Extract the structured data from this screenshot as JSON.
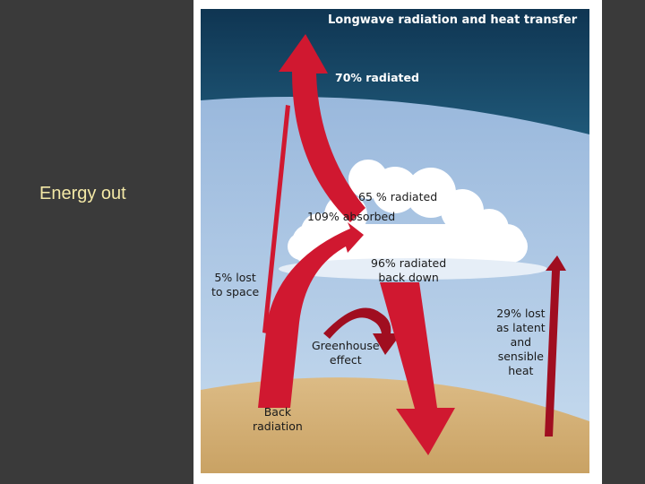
{
  "slide": {
    "title": "Energy out"
  },
  "diagram": {
    "heading": "Longwave radiation and heat transfer",
    "labels": {
      "radiated_70": "70% radiated",
      "radiated_65": "65 % radiated",
      "absorbed_109": "109% absorbed",
      "radiated_96_line1": "96% radiated",
      "radiated_96_line2": "back down",
      "lost_5_line1": "5% lost",
      "lost_5_line2": "to space",
      "lost_29_line1": "29% lost",
      "lost_29_line2": "as latent",
      "lost_29_line3": "and",
      "lost_29_line4": "sensible",
      "lost_29_line5": "heat",
      "greenhouse_line1": "Greenhouse",
      "greenhouse_line2": "effect",
      "back_radiation_line1": "Back",
      "back_radiation_line2": "radiation"
    },
    "colors": {
      "space": "#123f5c",
      "sky": "#a9c3e3",
      "ground": "#d7b47c",
      "arrow": "#d01830",
      "arrow_dark": "#a00e20",
      "cloud": "#ffffff",
      "slide_text": "#f3e8a6",
      "slide_bg": "#3a3a3a"
    }
  }
}
